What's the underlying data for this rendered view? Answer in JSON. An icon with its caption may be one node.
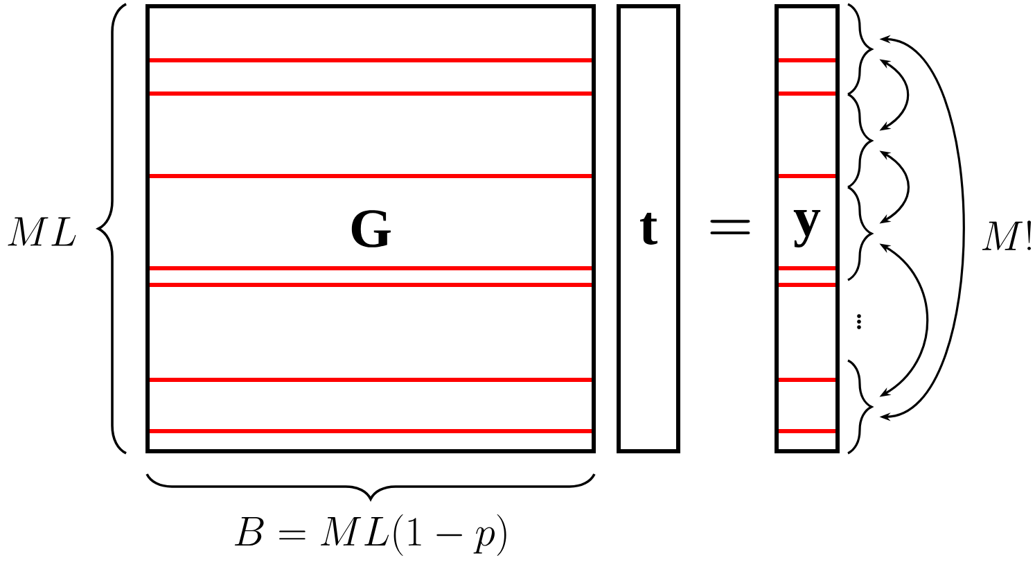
{
  "diagram": {
    "nodes": [
      {
        "text": [
          "\\mathbf{G}"
        ]
      },
      {
        "text": [
          "\\mathbf{t}"
        ]
      },
      {
        "text": [
          "\\mathbf{y}"
        ]
      },
      {
        "text": [],
        "shape": "brace"
      },
      {
        "text": [],
        "shape": "brace"
      },
      {
        "text": [],
        "shape": "brace"
      },
      {
        "text": [],
        "shape": "brace"
      }
    ],
    "edges": [
      {
        "from": 3,
        "to": 4,
        "arrow": "both"
      },
      {
        "from": 4,
        "to": 5,
        "arrow": "both"
      },
      {
        "from": 5,
        "to": 6,
        "arrow": "both"
      },
      {
        "from": 3,
        "to": 6,
        "arrow": "both",
        "label": "M!"
      }
    ],
    "labels": [
      "ML",
      "=",
      "\\vdots",
      "B = ML(1-p)"
    ]
  }
}
